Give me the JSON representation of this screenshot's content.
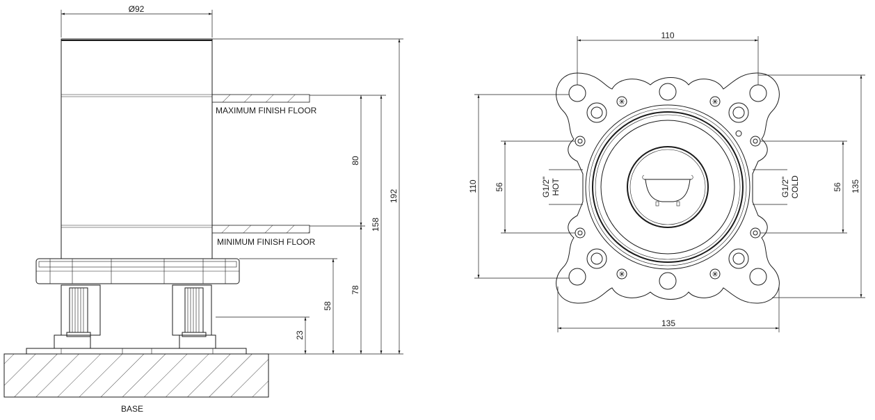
{
  "side_view": {
    "diameter_label": "Ø92",
    "max_floor_label": "MAXIMUM FINISH FLOOR",
    "min_floor_label": "MINIMUM FINISH FLOOR",
    "base_label": "BASE",
    "dim_80": "80",
    "dim_158": "158",
    "dim_192": "192",
    "dim_78": "78",
    "dim_58": "58",
    "dim_23": "23"
  },
  "top_view": {
    "dim_110_top": "110",
    "dim_110_left": "110",
    "dim_56_left": "56",
    "dim_56_right": "56",
    "dim_135_right": "135",
    "dim_135_bottom": "135",
    "hot_thread": "G1/2\"",
    "hot_label": "HOT",
    "cold_thread": "G1/2\"",
    "cold_label": "COLD"
  }
}
